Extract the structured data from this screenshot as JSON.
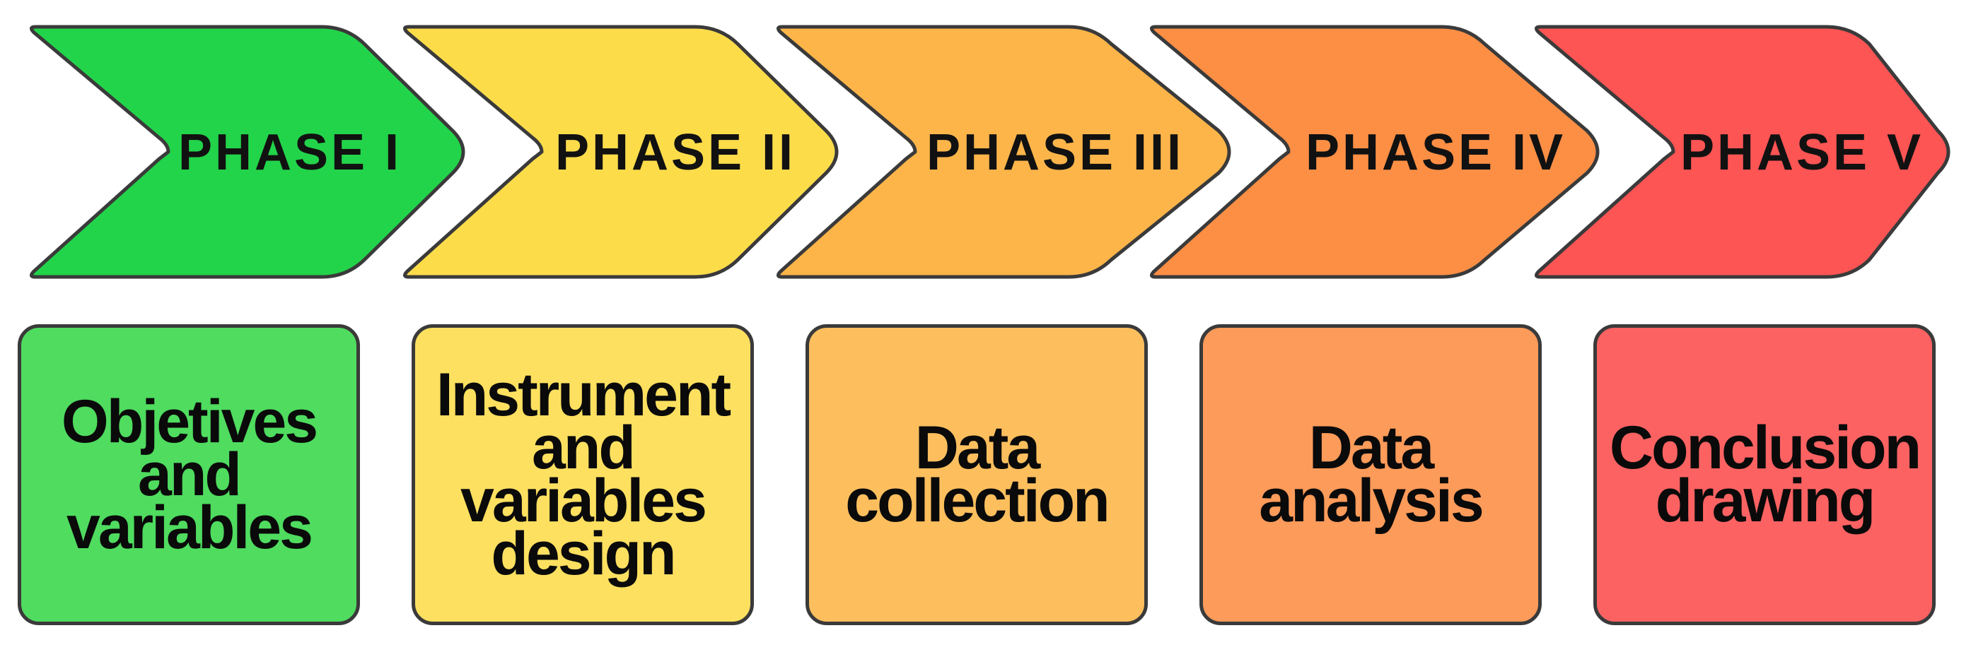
{
  "phases": [
    {
      "label": "PHASE I",
      "description": "Objetives\nand\nvariables",
      "arrow_color": "#22d44a",
      "box_color": "#4fdc5f"
    },
    {
      "label": "PHASE II",
      "description": "Instrument\nand\nvariables\ndesign",
      "arrow_color": "#fddc4a",
      "box_color": "#fde060"
    },
    {
      "label": "PHASE III",
      "description": "Data\ncollection",
      "arrow_color": "#fdb54a",
      "box_color": "#fdbf5e"
    },
    {
      "label": "PHASE IV",
      "description": "Data\nanalysis",
      "arrow_color": "#fd8f45",
      "box_color": "#fd9b5a"
    },
    {
      "label": "PHASE V",
      "description": "Conclusion\ndrawing",
      "arrow_color": "#fd5454",
      "box_color": "#fd6262"
    }
  ]
}
